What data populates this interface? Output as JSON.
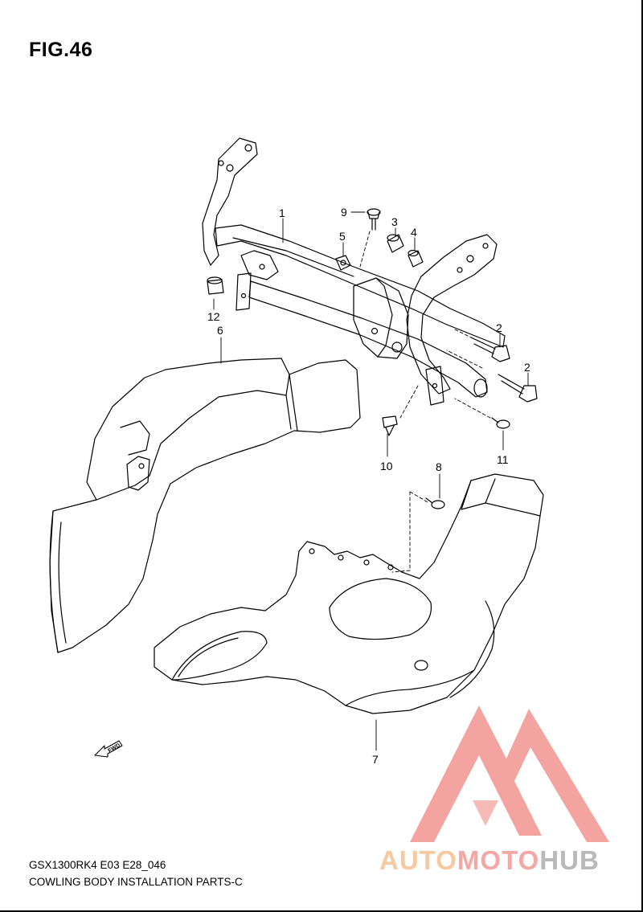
{
  "figure": {
    "title": "FIG.46",
    "model_code": "GSX1300RK4 E03 E28_046",
    "caption": "COWLING BODY INSTALLATION PARTS-C"
  },
  "callouts": [
    {
      "id": "1",
      "label": "1"
    },
    {
      "id": "2a",
      "label": "2"
    },
    {
      "id": "2b",
      "label": "2"
    },
    {
      "id": "3",
      "label": "3"
    },
    {
      "id": "4",
      "label": "4"
    },
    {
      "id": "5",
      "label": "5"
    },
    {
      "id": "6",
      "label": "6"
    },
    {
      "id": "7",
      "label": "7"
    },
    {
      "id": "8",
      "label": "8"
    },
    {
      "id": "9",
      "label": "9"
    },
    {
      "id": "10",
      "label": "10"
    },
    {
      "id": "11",
      "label": "11"
    },
    {
      "id": "12",
      "label": "12"
    }
  ],
  "fwd_marker": {
    "label": "FWD",
    "icon": "fwd-arrow-icon"
  },
  "watermark": {
    "part1": "AUTO",
    "part2": "MOTO",
    "part3": "HUB",
    "colors": {
      "triangle": "#f29a96",
      "auto": "#f6c9a0",
      "moto": "#f4a7a4",
      "hub": "#b9b9b9"
    }
  }
}
